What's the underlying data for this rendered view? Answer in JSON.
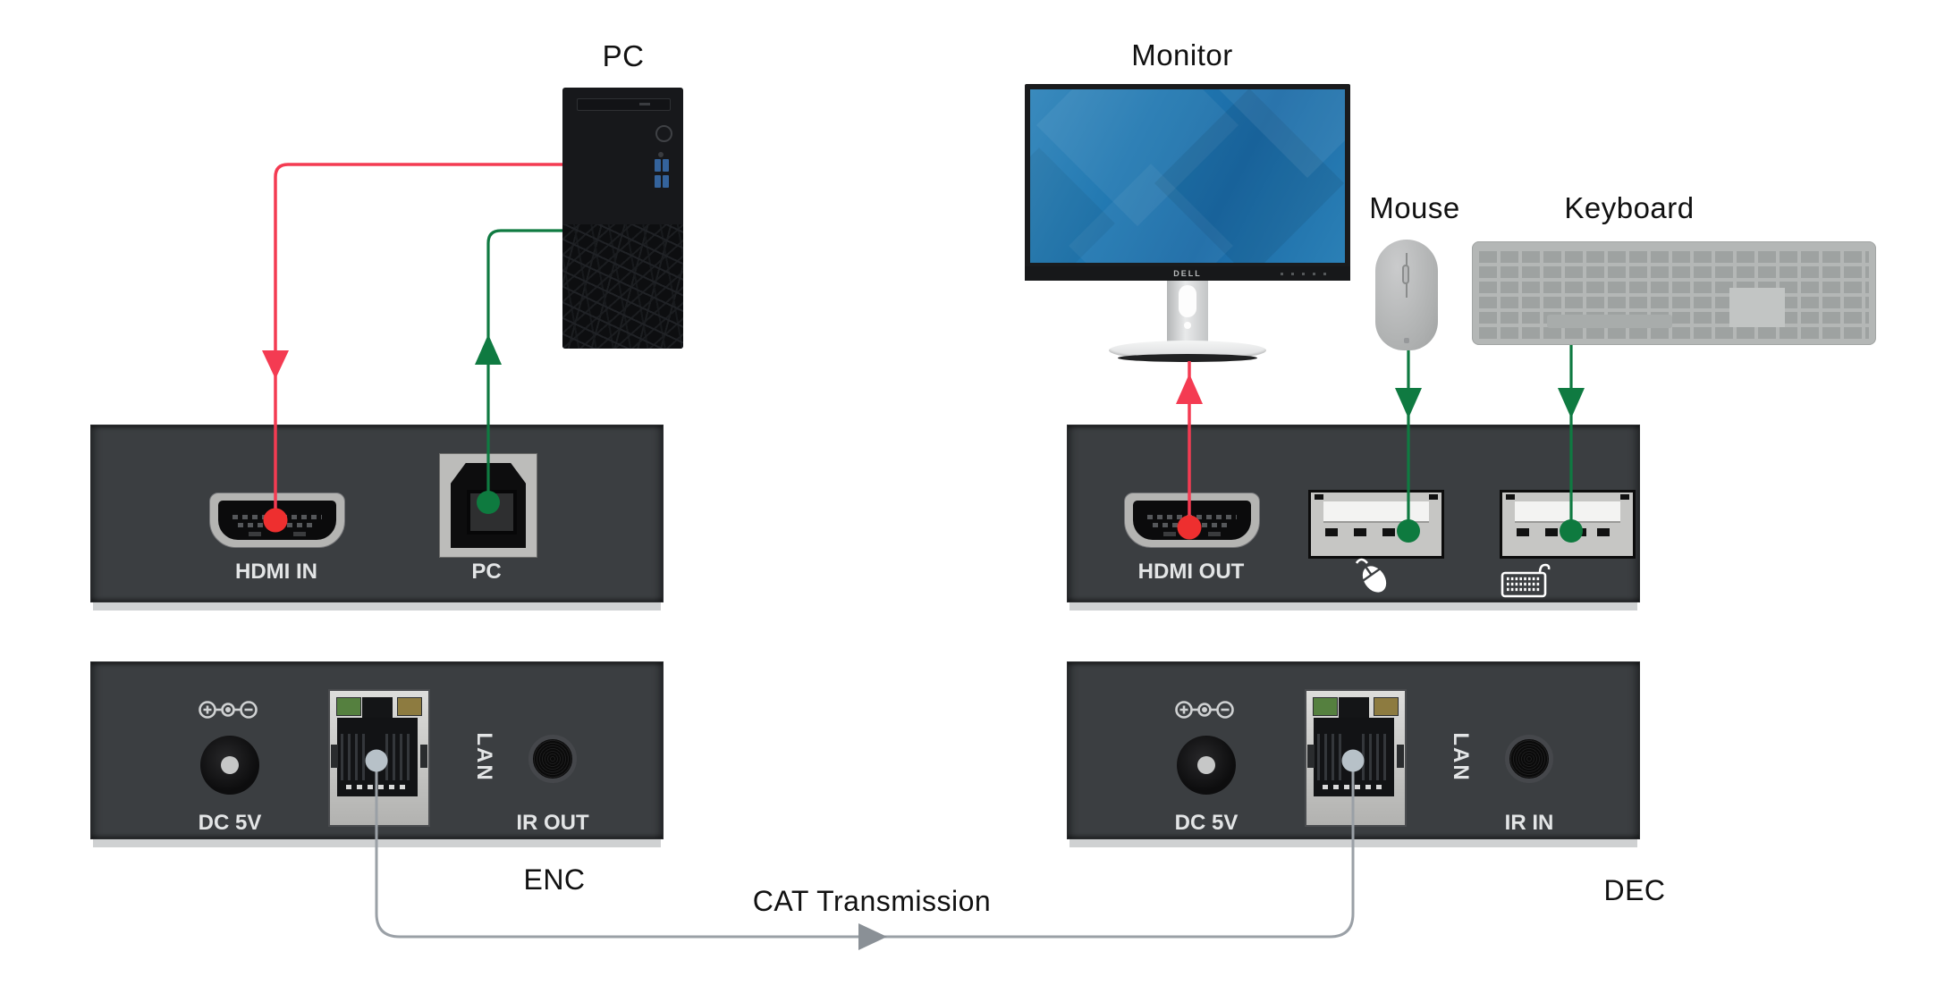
{
  "devices": {
    "pc": {
      "label": "PC"
    },
    "monitor": {
      "label": "Monitor",
      "brand_logo": "DELL"
    },
    "mouse": {
      "label": "Mouse"
    },
    "keyboard": {
      "label": "Keyboard"
    }
  },
  "encoder": {
    "name": "ENC",
    "hdmi_port": "HDMI IN",
    "usb_host_port": "PC",
    "power_port": "DC 5V",
    "lan_port": "LAN",
    "ir_port": "IR OUT"
  },
  "decoder": {
    "name": "DEC",
    "hdmi_port": "HDMI OUT",
    "power_port": "DC 5V",
    "lan_port": "LAN",
    "ir_port": "IR IN"
  },
  "link": {
    "label": "CAT Transmission"
  },
  "colors": {
    "video_line": "#f43b52",
    "video_dot": "#ee2f2f",
    "usb_line": "#0f7a41",
    "cat_line": "#9aa0a6",
    "cat_plug": "#b7c1c8",
    "panel": "#3b3e41"
  }
}
